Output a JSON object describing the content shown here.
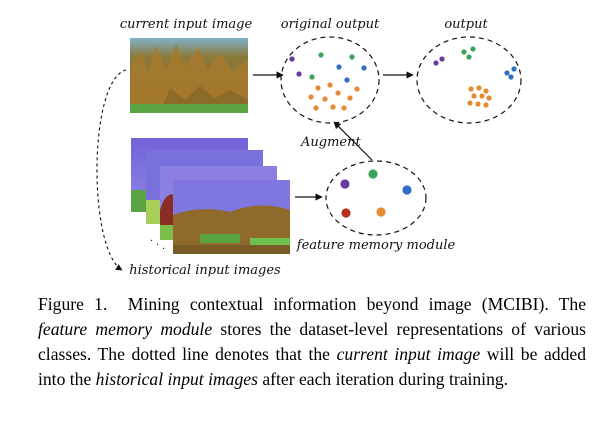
{
  "figure": {
    "labels": {
      "current_input_image": "current input image",
      "original_output": "original output",
      "output": "output",
      "augment": "Augment",
      "feature_memory_module": "feature memory module",
      "historical_input_images": "historical input images"
    }
  },
  "caption": {
    "label": "Figure 1.",
    "title": "Mining contextual information beyond image (MCIBI).",
    "s1_a": "The",
    "s1_em": "feature memory module",
    "s1_b": "stores the dataset-level representations of various classes. The dotted line denotes that the",
    "s1_em2": "current input image",
    "s1_c": "will be added into the",
    "s1_em3": "historical input images",
    "s1_d": "after each iteration during training."
  },
  "colors": {
    "purple": "#6a3aa0",
    "green": "#3aa35a",
    "blue": "#2e6fc4",
    "orange": "#e58a2e",
    "red": "#b5301c"
  }
}
